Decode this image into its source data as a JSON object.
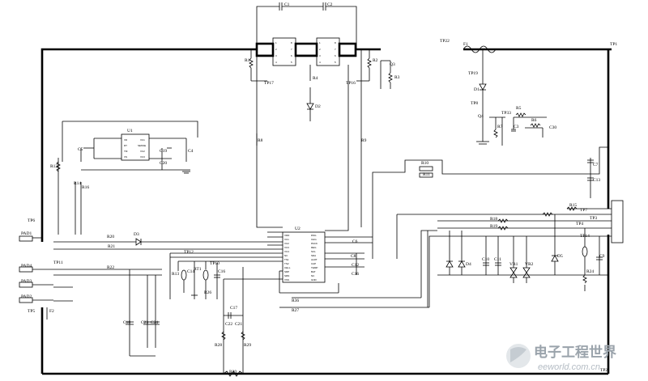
{
  "labels": {
    "c1": "C1",
    "c2": "C2",
    "r1": "R1",
    "r2": "R2",
    "r3": "R3",
    "r4": "R4",
    "r5": "R5",
    "r6": "R6",
    "r7": "R7",
    "r8": "R8",
    "r9": "R9",
    "r10": "R10",
    "r11": "R11",
    "r12": "R12",
    "r13": "R13",
    "r14": "R14",
    "r15": "R15",
    "r16": "R16",
    "r17": "R17",
    "r18": "R18",
    "r19": "R19",
    "r20": "R20",
    "r21": "R21",
    "r22": "R22",
    "r24": "R24",
    "r26": "R26",
    "r27": "R27",
    "r28": "R28",
    "r29": "R29",
    "r30": "R30",
    "r36": "R36",
    "q3": "Q3",
    "q4": "Q4",
    "d1": "D1",
    "d2": "D2",
    "d3": "D3",
    "d4": "D4",
    "d5": "D5",
    "f1": "F1",
    "f2": "F2",
    "u1": "U1",
    "u2": "U2",
    "c3": "C3",
    "c4": "C4",
    "c5": "C5",
    "c6": "C6",
    "c7": "C7",
    "c8": "C8",
    "c9": "C9",
    "c10": "C10",
    "c11": "C11",
    "c12": "C12",
    "c13": "C13",
    "c14": "C14",
    "c16": "C16",
    "c17": "C17",
    "c18": "C18",
    "c19": "C19",
    "c20": "C20",
    "c21": "C21",
    "c22": "C22",
    "c23": "C23",
    "c24": "C24",
    "c30": "C30",
    "vr1": "VR1",
    "vr2": "VR2",
    "tp1": "TP1",
    "tp2": "TP2",
    "tp3": "TP3",
    "tp4": "TP4",
    "tp5": "TP5",
    "tp6": "TP6",
    "tp7": "TP7",
    "tp8": "TP8",
    "tp9": "TP9",
    "tp10": "TP10",
    "tp11": "TP11",
    "tp12": "TP12",
    "tp13": "TP13",
    "tp14": "TP14",
    "tp15": "TP15",
    "tp16": "TP16",
    "tp17": "TP17",
    "tp19": "TP19",
    "tp22": "TP22",
    "tp33": "TP33",
    "pad1": "PAD1",
    "pad2": "PAD2",
    "pad3": "PAD3",
    "pad4": "PAD4",
    "rt1": "RT1"
  },
  "watermark": {
    "cn": "电子工程世界",
    "en": "eeworld.com.cn"
  }
}
